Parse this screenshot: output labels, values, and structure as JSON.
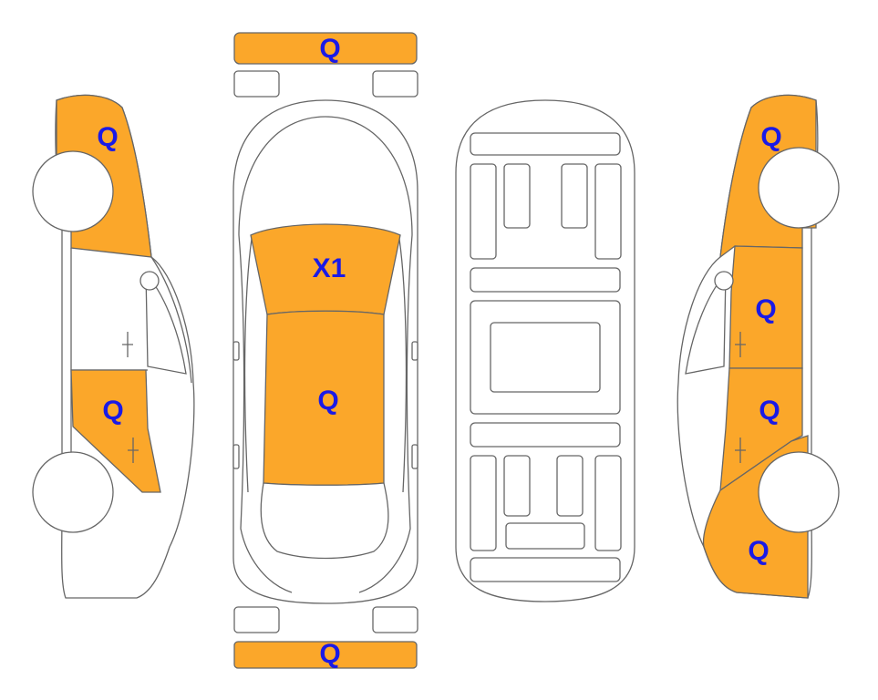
{
  "colors": {
    "damage_fill": "#FBA72A",
    "label": "#1A1AE6",
    "outline": "#666666",
    "background": "#FFFFFF"
  },
  "labels": {
    "front_bumper": "Q",
    "rear_bumper": "Q",
    "windshield": "X1",
    "roof": "Q",
    "left_front_fender": "Q",
    "left_rear_door": "Q",
    "right_front_fender": "Q",
    "right_front_door": "Q",
    "right_rear_door": "Q",
    "right_rear_quarter": "Q"
  }
}
